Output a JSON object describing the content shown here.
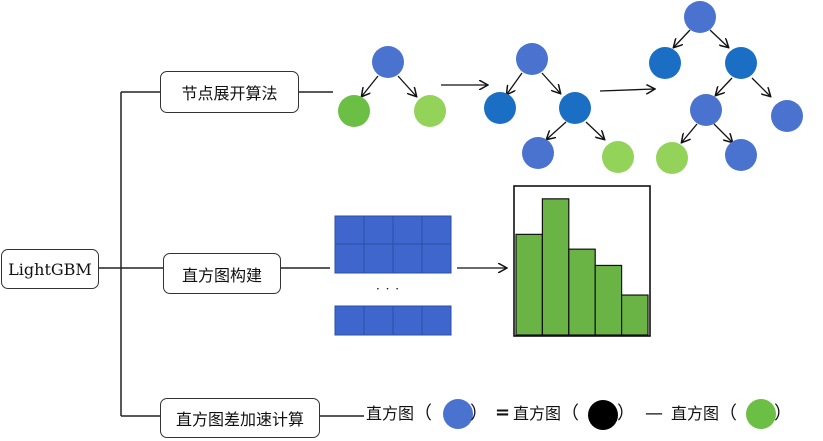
{
  "root": {
    "label": "LightGBM"
  },
  "branches": [
    {
      "label": "节点展开算法"
    },
    {
      "label": "直方图构建"
    },
    {
      "label": "直方图差加速计算"
    }
  ],
  "histogram_build": {
    "ellipsis": "· · ·"
  },
  "formula": {
    "term1": "直方图",
    "equals": "=",
    "term2": "直方图",
    "minus": "—",
    "term3": "直方图",
    "open_paren": "（",
    "close_paren": "）"
  },
  "colors": {
    "node_blue": "#4a72cf",
    "node_blue_dark": "#1a6fc4",
    "node_green_dark": "#6cbf45",
    "node_green_light": "#93d35a",
    "node_black": "#000000",
    "grid_blue": "#3f66cc",
    "bar_green": "#6ab446"
  },
  "histogram": {
    "values": [
      0.68,
      0.92,
      0.58,
      0.47,
      0.27
    ]
  }
}
